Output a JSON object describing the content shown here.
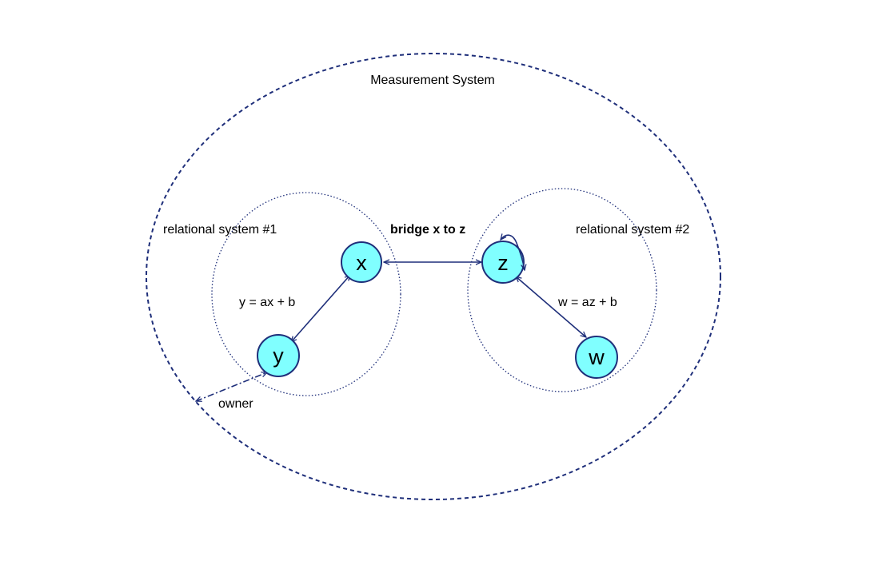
{
  "labels": {
    "measurement_system": "Measurement System",
    "relational_system_1": "relational system #1",
    "relational_system_2": "relational system #2",
    "bridge": "bridge x to z",
    "equation_1": "y = ax + b",
    "equation_2": "w = az + b",
    "owner": "owner"
  },
  "nodes": {
    "x": "x",
    "y": "y",
    "z": "z",
    "w": "w"
  },
  "colors": {
    "node_fill": "#80FFFF",
    "stroke": "#1F2F7A",
    "text": "#000000",
    "background": "#FFFFFF"
  }
}
